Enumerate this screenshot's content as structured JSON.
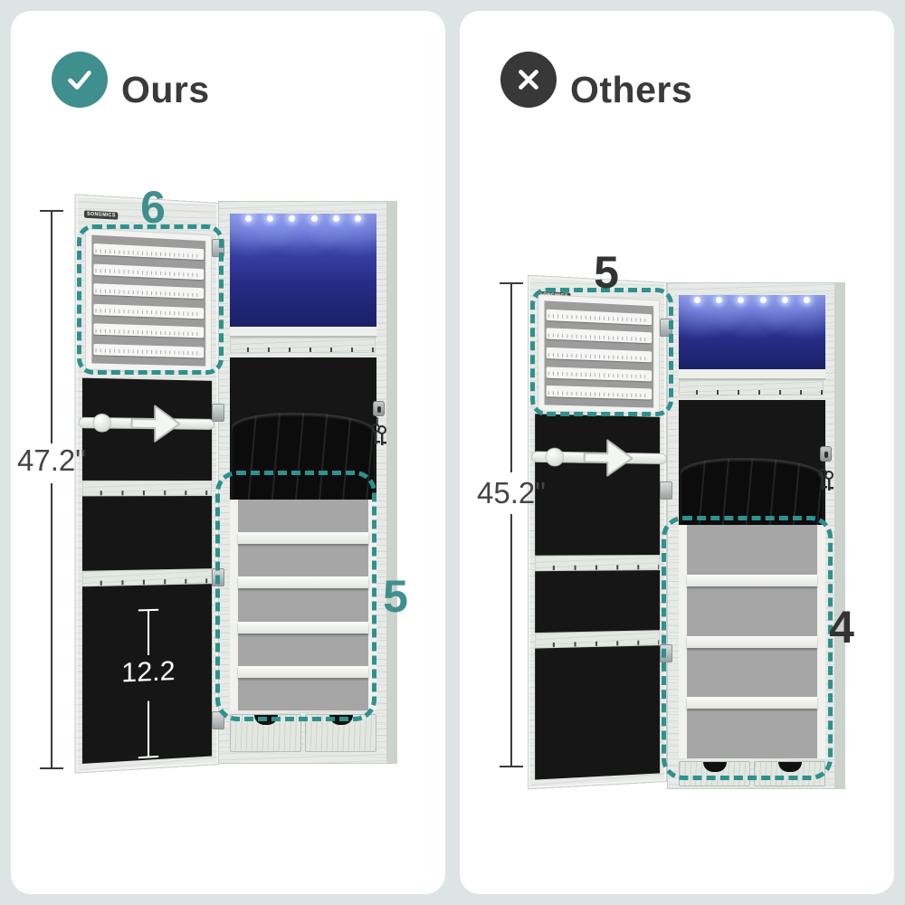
{
  "comparison": {
    "left": {
      "label": "Ours",
      "badge": "check",
      "brand": "SONGMICS",
      "organizer_rows": "6",
      "shelf_count": "5",
      "cabinet_height": "47.2\"",
      "rod_length": "12.2"
    },
    "right": {
      "label": "Others",
      "badge": "cross",
      "brand": "SONGMICS",
      "organizer_rows": "5",
      "shelf_count": "4",
      "cabinet_height": "45.2\""
    }
  },
  "colors": {
    "background": "#DDE4E3",
    "panel": "#FFFFFF",
    "teal": "#3E8F8D",
    "dash_teal": "#2E918D",
    "charcoal": "#3A3A3A",
    "led_blue": "#262B85"
  }
}
